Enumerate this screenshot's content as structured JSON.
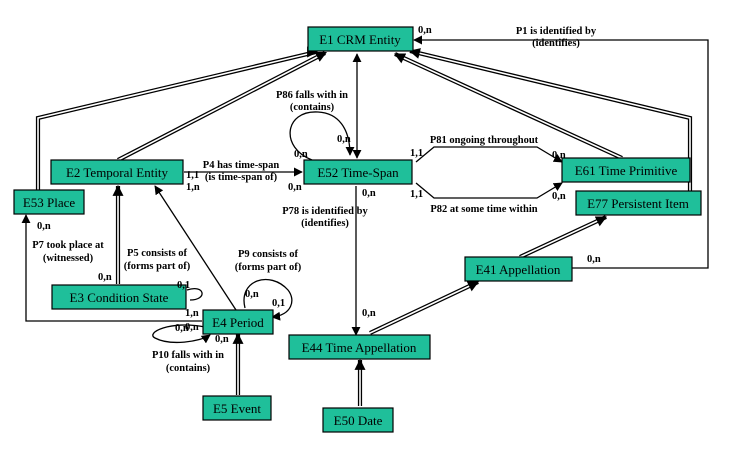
{
  "nodes": {
    "e1": "E1 CRM Entity",
    "e2": "E2 Temporal Entity",
    "e53": "E53 Place",
    "e52": "E52 Time-Span",
    "e61": "E61 Time Primitive",
    "e77": "E77 Persistent Item",
    "e41": "E41 Appellation",
    "e3": "E3 Condition State",
    "e4": "E4 Period",
    "e44": "E44 Time Appellation",
    "e5": "E5 Event",
    "e50": "E50 Date"
  },
  "labels": {
    "p1a": "P1 is identified by",
    "p1b": "(identifies)",
    "p86a": "P86 falls with in",
    "p86b": "(contains)",
    "p4a": "P4 has time-span",
    "p4b": "(is time-span of)",
    "p81": "P81 ongoing throughout",
    "p82": "P82 at some time within",
    "p78a": "P78 is identified by",
    "p78b": "(identifies)",
    "p7a": "P7 took place at",
    "p7b": "(witnessed)",
    "p5a": "P5 consists of",
    "p5b": "(forms part of)",
    "p9a": "P9 consists of",
    "p9b": "(forms part of)",
    "p10a": "P10 falls with in",
    "p10b": "(contains)"
  },
  "cards": {
    "c_e1": "0,n",
    "c_p86_top": "0,n",
    "c_p86_left": "0,n",
    "c_p4_e52": "0,n",
    "c_p4_e2": "1,n",
    "c_p4_11": "1,1",
    "c_p81_left": "1,1",
    "c_p81_right": "0,n",
    "c_p82_left": "1,1",
    "c_p82_right": "0,n",
    "c_p78_top": "0,n",
    "c_p78_bottom": "0,n",
    "c_e41": "0,n",
    "c_e53": "0,n",
    "c_p5_left": "0,n",
    "c_p5_right": "0,1",
    "c_p9_top": "0,n",
    "c_p9_right": "0,1",
    "c_e4_1n": "1,n",
    "c_e4_0n": "0,n",
    "c_p10_a": "0,n",
    "c_p10_b": "0,n"
  },
  "colors": {
    "node_fill": "#1fbf9a",
    "line": "#000000"
  }
}
